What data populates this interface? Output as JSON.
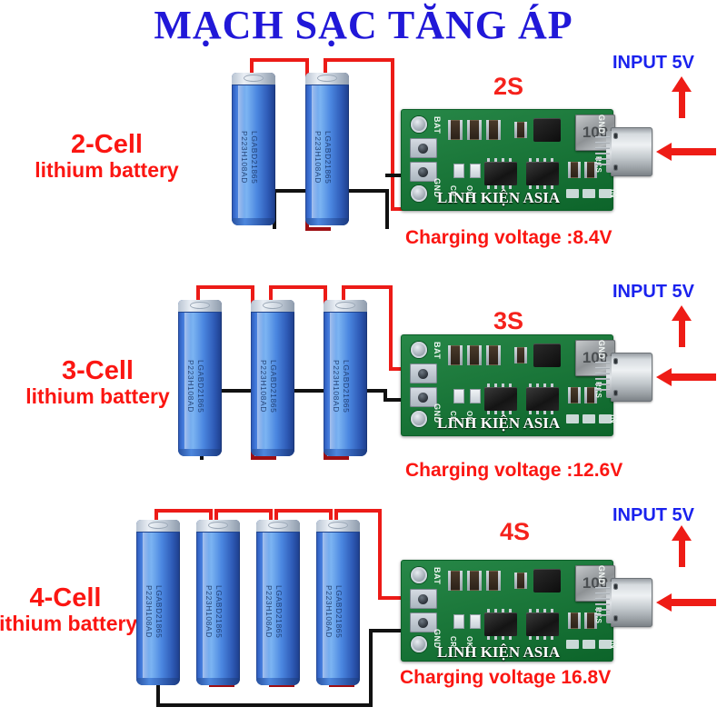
{
  "title": "MẠCH SẠC TĂNG ÁP",
  "watermark": "LINH KIỆN ASIA",
  "cell_print": {
    "line1": "LGABD21865",
    "line2": "P223H108AD"
  },
  "colors": {
    "title_blue": "#2118d8",
    "caption_red": "#fb1612",
    "input_blue": "#1a22ee",
    "arrow_red": "#ee1c16",
    "pcb_green": "#0f7a33",
    "wire_red": "#ec1b17",
    "wire_dark_red": "#9e0f12",
    "wire_black": "#111111"
  },
  "board_silk": {
    "bat": "BAT",
    "gnd_top": "GND",
    "gnd_bottom": "GND",
    "rcs": "RCS",
    "cr": "CR",
    "ok": "OK",
    "in": "IN",
    "inductor": "100"
  },
  "sections": [
    {
      "id": "2s",
      "cell_count": 2,
      "cell_label_line1": "2-Cell",
      "cell_label_line2": "lithium battery",
      "series_label": "2S",
      "input_label": "INPUT 5V",
      "voltage_text": "Charging voltage :8.4V"
    },
    {
      "id": "3s",
      "cell_count": 3,
      "cell_label_line1": "3-Cell",
      "cell_label_line2": "lithium battery",
      "series_label": "3S",
      "input_label": "INPUT 5V",
      "voltage_text": "Charging voltage :12.6V"
    },
    {
      "id": "4s",
      "cell_count": 4,
      "cell_label_line1": "4-Cell",
      "cell_label_line2": "lithium battery",
      "series_label": "4S",
      "input_label": "INPUT 5V",
      "voltage_text": "Charging voltage  16.8V"
    }
  ]
}
